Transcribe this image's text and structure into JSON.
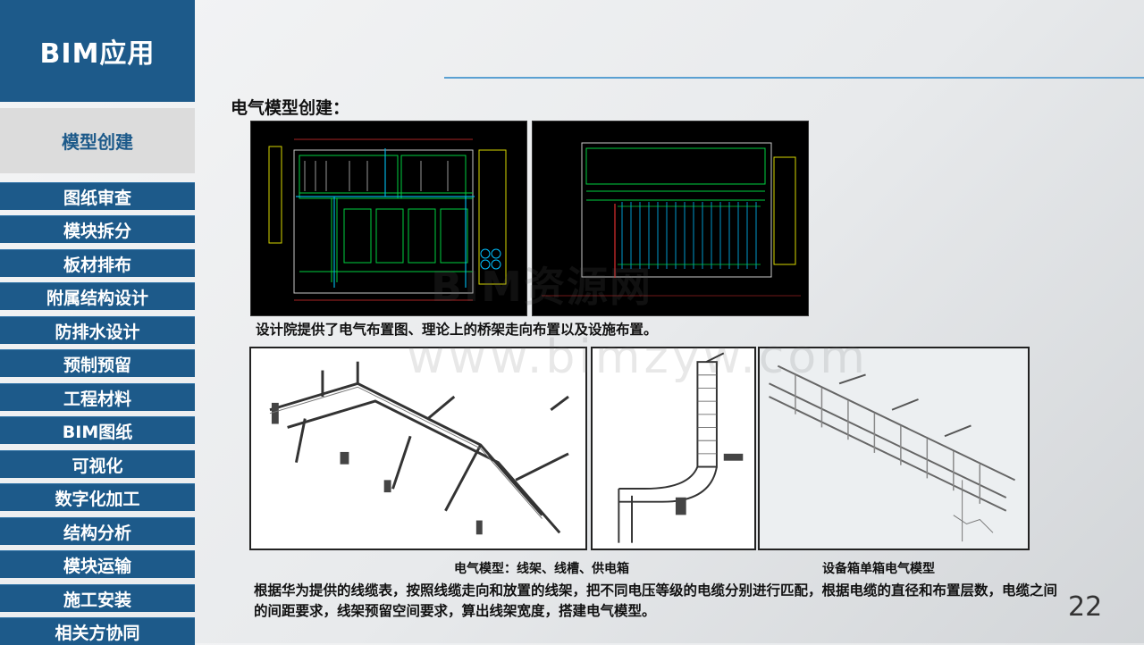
{
  "sidebar": {
    "title": "BIM应用",
    "active_item": "模型创建",
    "items": [
      {
        "label": "图纸审查"
      },
      {
        "label": "模块拆分"
      },
      {
        "label": "板材排布"
      },
      {
        "label": "附属结构设计"
      },
      {
        "label": "防排水设计"
      },
      {
        "label": "预制预留"
      },
      {
        "label": "工程材料"
      },
      {
        "label": "BIM图纸"
      },
      {
        "label": "可视化"
      },
      {
        "label": "数字化加工"
      },
      {
        "label": "结构分析"
      },
      {
        "label": "模块运输"
      },
      {
        "label": "施工安装"
      },
      {
        "label": "相关方协同"
      }
    ]
  },
  "main": {
    "section_title": "电气模型创建：",
    "cad_caption": "设计院提供了电气布置图、理论上的桥架走向布置以及设施布置。",
    "model_caption_1": "电气模型：线架、线槽、供电箱",
    "model_caption_2": "设备箱单箱电气模型",
    "description": "根据华为提供的线缆表，按照线缆走向和放置的线架，把不同电压等级的电缆分别进行匹配，根据电缆的直径和布置层数，电缆之间的间距要求，线架预留空间要求，算出线架宽度，搭建电气模型。",
    "page_number": "22"
  },
  "watermark": {
    "text": "BIM资源网",
    "url": "www.bimzyw.com"
  },
  "colors": {
    "sidebar_blue": "#1d5a8a",
    "active_bg": "#dcdcdc",
    "accent_line": "#5aa0d2"
  }
}
